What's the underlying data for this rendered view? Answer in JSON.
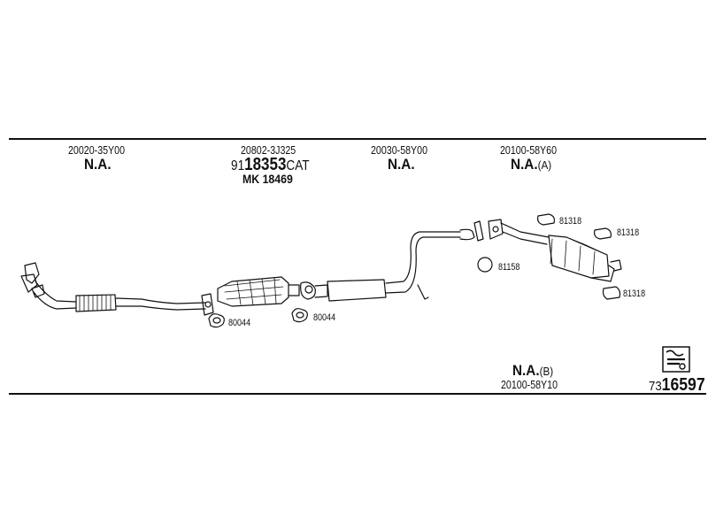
{
  "top_row": {
    "pipe_front": {
      "part_number": "20020-35Y00",
      "status": "N.A."
    },
    "catalyst": {
      "part_number": "20802-3J325",
      "cat_prefix": "91",
      "cat_main": "18353",
      "cat_suffix": "CAT",
      "mk": "MK 18469"
    },
    "center_pipe": {
      "part_number": "20030-58Y00",
      "status": "N.A."
    },
    "rear_muffler": {
      "part_number": "20100-58Y60",
      "status": "N.A.",
      "variant": "(A)"
    }
  },
  "bottom_row": {
    "rear_muffler_b": {
      "status": "N.A.",
      "variant": "(B)",
      "part_number": "20100-58Y10"
    }
  },
  "small_parts": {
    "gasket_1": "80044",
    "gasket_2": "80044",
    "ring": "81158",
    "hanger_1": "81318",
    "hanger_2": "81318",
    "hanger_3": "81318"
  },
  "set_code": {
    "prefix": "73",
    "main": "16597"
  },
  "icons": {
    "set_icon": "exhaust-set-icon"
  }
}
